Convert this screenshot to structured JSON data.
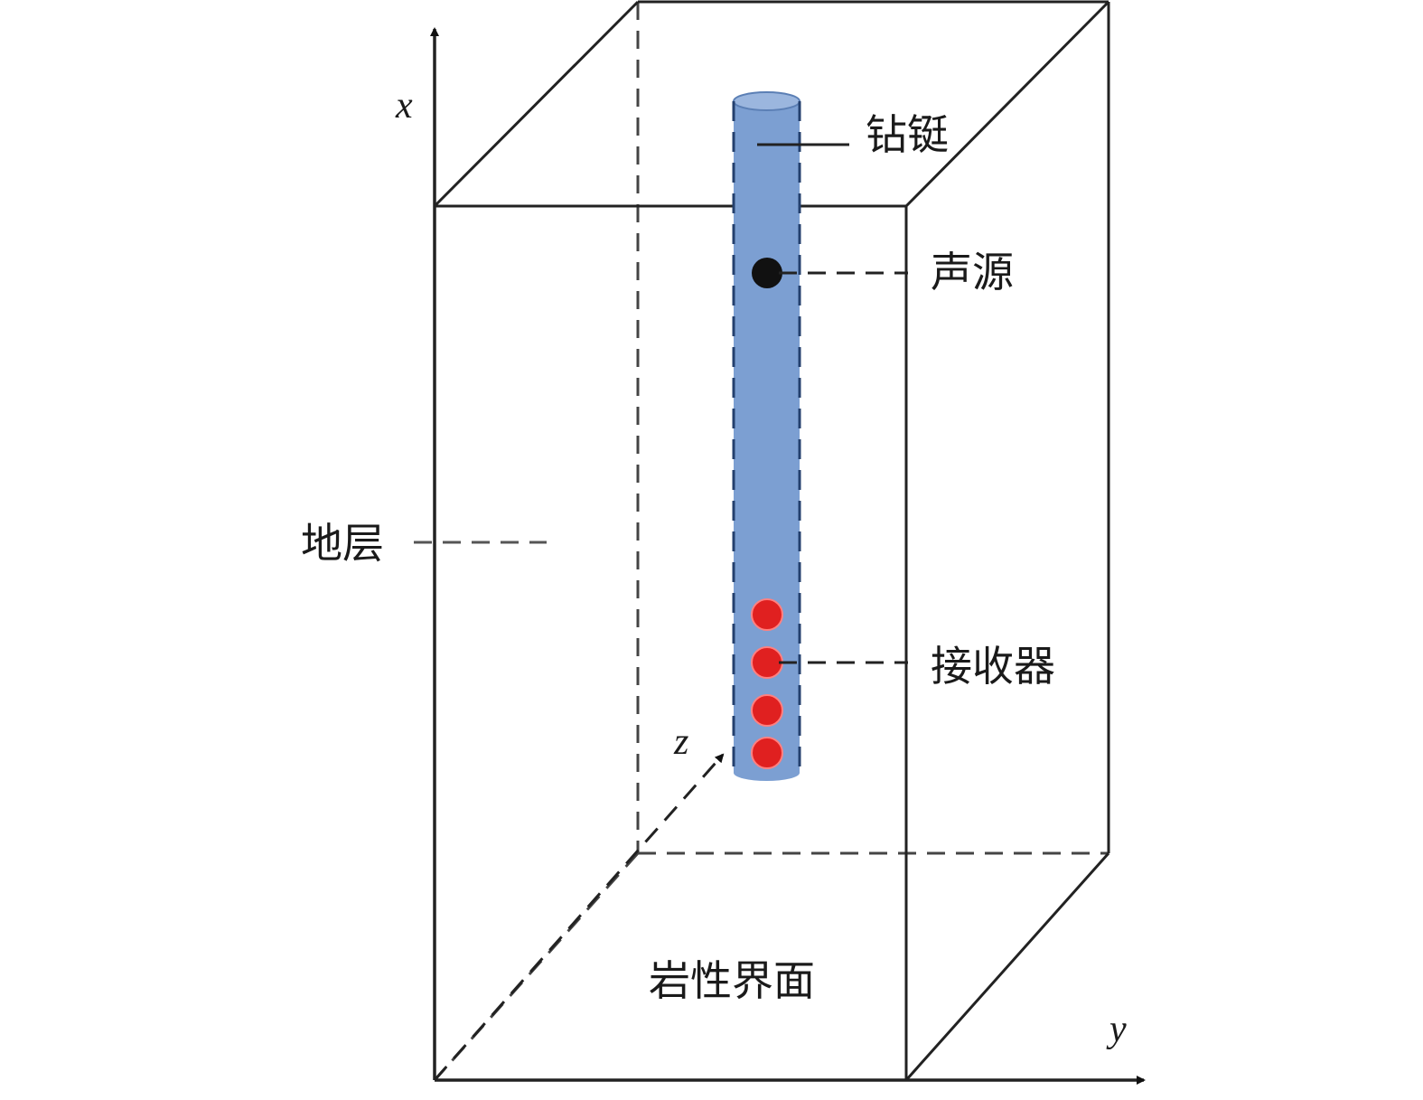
{
  "labels": {
    "drill_collar": "钻铤",
    "source": "声源",
    "formation": "地层",
    "receivers": "接收器",
    "lithologic_interface": "岩性界面"
  },
  "axes": {
    "x": "x",
    "y": "y",
    "z": "z"
  },
  "colors": {
    "collar": "#7c9fd2",
    "source": "#111111",
    "receiver": "#e02020",
    "lines": "#222222"
  },
  "receiver_count": 4
}
